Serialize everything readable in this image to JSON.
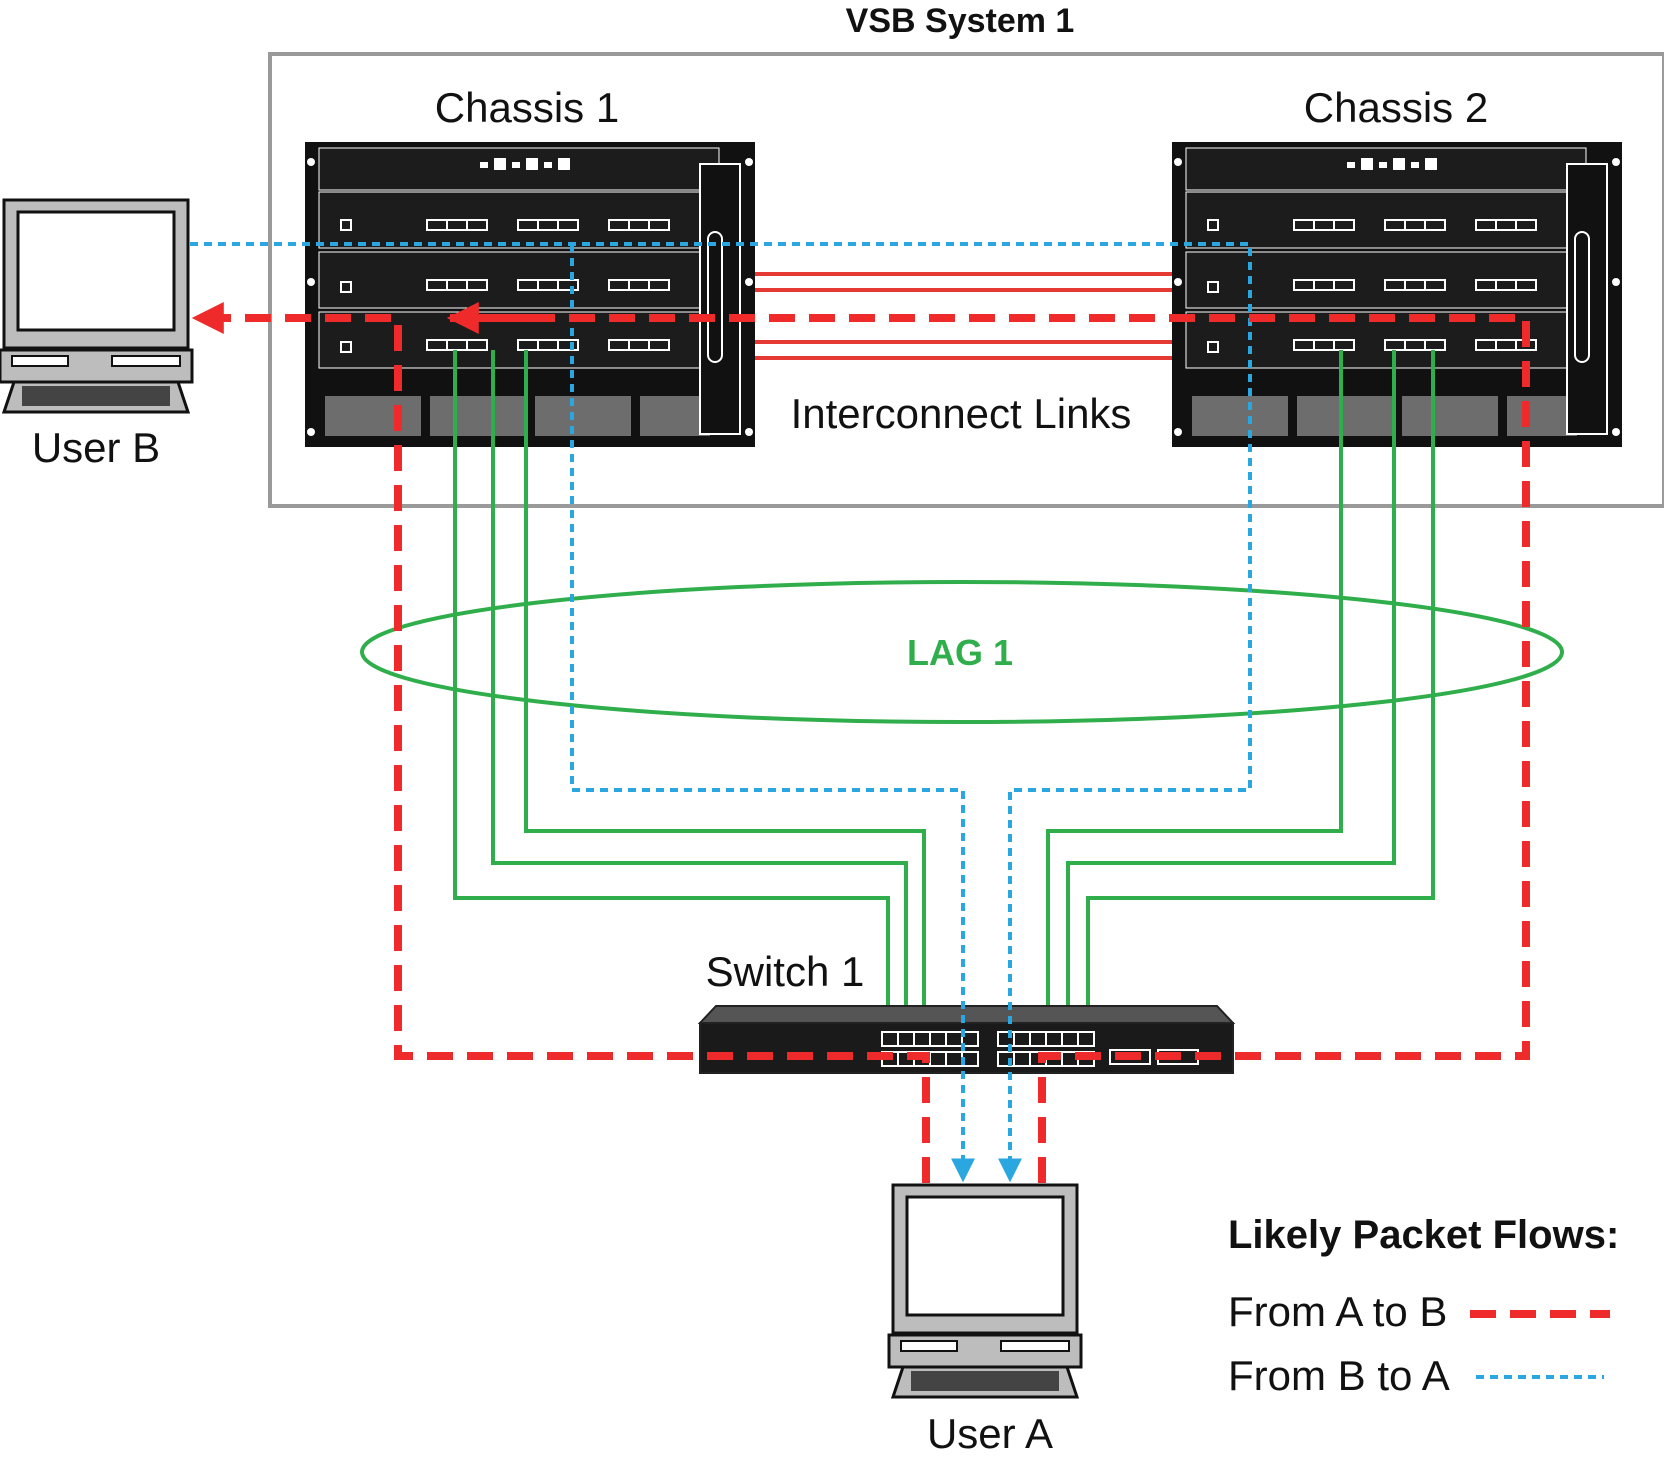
{
  "title": "VSB System 1",
  "chassis": [
    {
      "label": "Chassis 1"
    },
    {
      "label": "Chassis 2"
    }
  ],
  "interconnect_label": "Interconnect Links",
  "lag_label": "LAG 1",
  "switch_label": "Switch 1",
  "users": {
    "a": "User A",
    "b": "User B"
  },
  "legend": {
    "title": "Likely Packet Flows:",
    "items": [
      {
        "label": "From A to B",
        "style": "dashed-red"
      },
      {
        "label": "From B to A",
        "style": "dotted-blue"
      }
    ]
  },
  "colors": {
    "flow_a_to_b": "#ee2a2a",
    "flow_b_to_a": "#2aa6e0",
    "lag": "#2fae4b",
    "interconnect": "#e53935",
    "system_border": "#9a9a9a",
    "chassis": "#111111"
  }
}
